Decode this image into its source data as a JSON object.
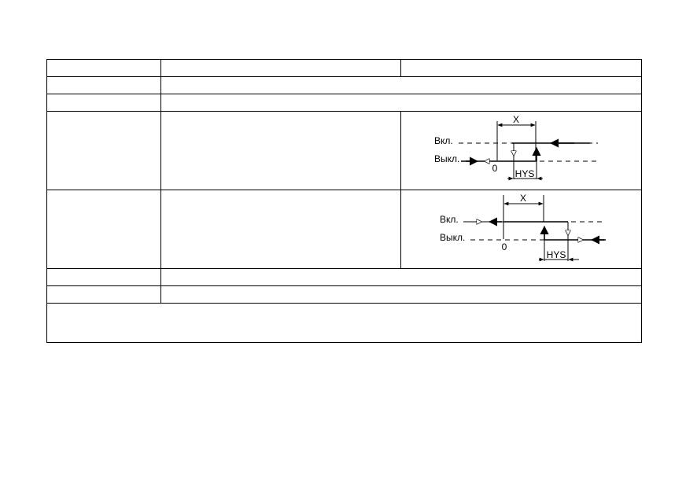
{
  "diagrams": {
    "upper": {
      "label_on": "Вкл.",
      "label_off": "Выкл.",
      "label_zero": "0",
      "label_x": "X",
      "label_hys": "HYS"
    },
    "lower": {
      "label_on": "Вкл.",
      "label_off": "Выкл.",
      "label_zero": "0",
      "label_x": "X",
      "label_hys": "HYS"
    }
  }
}
